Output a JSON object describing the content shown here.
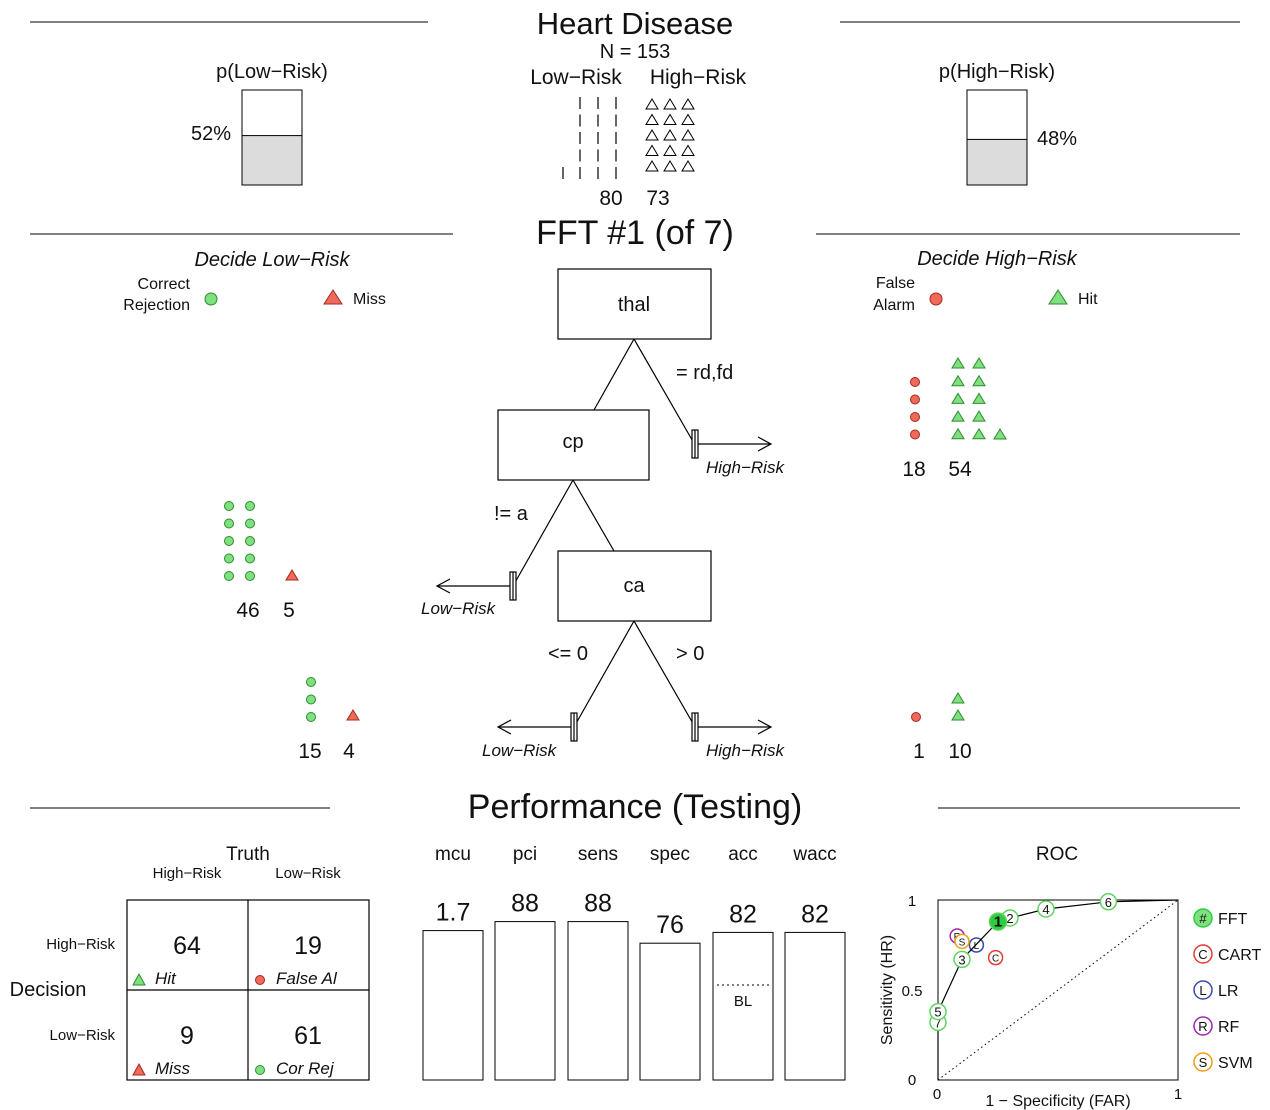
{
  "header": {
    "title": "Heart Disease",
    "n_label": "N = 153",
    "low_label": "Low−Risk",
    "high_label": "High−Risk",
    "low_count": "80",
    "high_count": "73",
    "p_low_title": "p(Low−Risk)",
    "p_low_value": "52%",
    "p_low_fraction": 0.52,
    "p_high_title": "p(High−Risk)",
    "p_high_value": "48%",
    "p_high_fraction": 0.48
  },
  "tree": {
    "title": "FFT #1 (of 7)",
    "decide_low_title": "Decide Low−Risk",
    "decide_high_title": "Decide High−Risk",
    "legend_correct_rejection": [
      "Correct",
      "Rejection"
    ],
    "legend_miss": "Miss",
    "legend_false_alarm": [
      "False",
      "Alarm"
    ],
    "legend_hit": "Hit",
    "colors": {
      "green": "#7ee07e",
      "red": "#f06a5a"
    },
    "nodes": [
      {
        "cue": "thal",
        "branch_label": "= rd,fd",
        "exit": "High−Risk",
        "counts": [
          18,
          54
        ]
      },
      {
        "cue": "cp",
        "branch_label": "!= a",
        "exit": "Low−Risk",
        "counts": [
          46,
          5
        ]
      },
      {
        "cue": "ca",
        "left_label": "<= 0",
        "right_label": "> 0",
        "exit_left": "Low−Risk",
        "exit_right": "High−Risk",
        "left_counts": [
          15,
          4
        ],
        "right_counts": [
          1,
          10
        ]
      }
    ]
  },
  "performance": {
    "title": "Performance (Testing)",
    "confusion": {
      "truth_label": "Truth",
      "decision_label": "Decision",
      "col_headers": [
        "High−Risk",
        "Low−Risk"
      ],
      "row_headers": [
        "High−Risk",
        "Low−Risk"
      ],
      "cells": [
        {
          "value": "64",
          "label": "Hit",
          "marker": "triangle",
          "color": "#7ee07e"
        },
        {
          "value": "19",
          "label": "False Al",
          "marker": "circle",
          "color": "#f06a5a"
        },
        {
          "value": "9",
          "label": "Miss",
          "marker": "triangle",
          "color": "#f06a5a"
        },
        {
          "value": "61",
          "label": "Cor Rej",
          "marker": "circle",
          "color": "#7ee07e"
        }
      ]
    },
    "metrics": [
      {
        "name": "mcu",
        "label": "1.7",
        "level": 0.83
      },
      {
        "name": "pci",
        "label": "88",
        "level": 0.88
      },
      {
        "name": "sens",
        "label": "88",
        "level": 0.88
      },
      {
        "name": "spec",
        "label": "76",
        "level": 0.76
      },
      {
        "name": "acc",
        "label": "82",
        "level": 0.82,
        "baseline": "BL"
      },
      {
        "name": "wacc",
        "label": "82",
        "level": 0.82
      }
    ],
    "roc": {
      "title": "ROC",
      "xlabel": "1 − Specificity (FAR)",
      "ylabel": "Sensitivity (HR)",
      "x_ticks": [
        "0",
        "1"
      ],
      "y_ticks": [
        "0",
        "0.5",
        "1"
      ],
      "fft_points": [
        {
          "id": "1",
          "far": 0.25,
          "hr": 0.88
        },
        {
          "id": "2",
          "far": 0.3,
          "hr": 0.9
        },
        {
          "id": "3",
          "far": 0.1,
          "hr": 0.67
        },
        {
          "id": "4",
          "far": 0.45,
          "hr": 0.95
        },
        {
          "id": "5",
          "far": 0.0,
          "hr": 0.38
        },
        {
          "id": "6",
          "far": 0.71,
          "hr": 0.99
        },
        {
          "id": "7",
          "far": 0.0,
          "hr": 0.32
        }
      ],
      "other_points": [
        {
          "id": "C",
          "model": "CART",
          "far": 0.24,
          "hr": 0.68,
          "color": "#e53935"
        },
        {
          "id": "L",
          "model": "LR",
          "far": 0.16,
          "hr": 0.75,
          "color": "#3949ab"
        },
        {
          "id": "R",
          "model": "RF",
          "far": 0.08,
          "hr": 0.8,
          "color": "#9c27b0"
        },
        {
          "id": "S",
          "model": "SVM",
          "far": 0.1,
          "hr": 0.77,
          "color": "#f39c12"
        }
      ],
      "legend": [
        {
          "symbol": "#",
          "label": "FFT",
          "color": "#2ecc40"
        },
        {
          "symbol": "C",
          "label": "CART",
          "color": "#e53935"
        },
        {
          "symbol": "L",
          "label": "LR",
          "color": "#3949ab"
        },
        {
          "symbol": "R",
          "label": "RF",
          "color": "#9c27b0"
        },
        {
          "symbol": "S",
          "label": "SVM",
          "color": "#f39c12"
        }
      ]
    }
  }
}
